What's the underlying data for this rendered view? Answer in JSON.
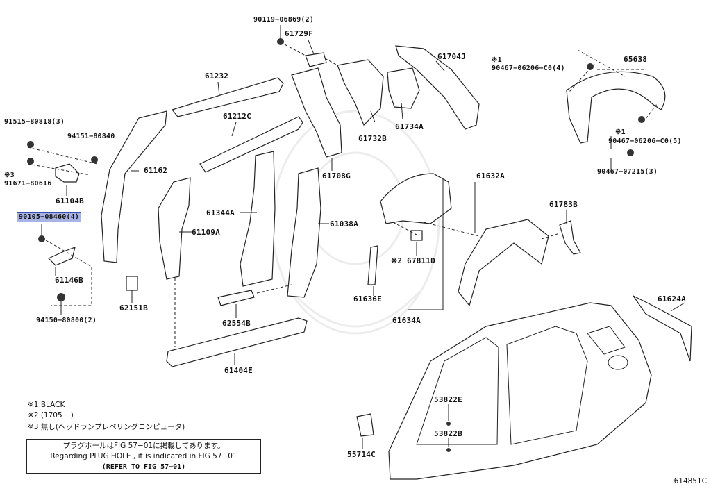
{
  "labels": {
    "l_90119": "90119−06869(2)",
    "l_61729F": "61729F",
    "l_61704J": "61704J",
    "l_x1a": "※1",
    "l_90467a": "90467−06206−C0(4)",
    "l_65638": "65638",
    "l_61232": "61232",
    "l_61212C": "61212C",
    "l_61732B": "61732B",
    "l_61734A": "61734A",
    "l_91515": "91515−80818(3)",
    "l_94151": "94151−80840",
    "l_61162": "61162",
    "l_x3": "※3",
    "l_91671": "91671−80616",
    "l_61104B": "61104B",
    "l_61708G": "61708G",
    "l_61632A": "61632A",
    "l_x1b": "※1",
    "l_90467b": "90467−06206−C0(5)",
    "l_90467c": "90467−07215(3)",
    "l_90105": "90105−08460(4)",
    "l_61344A": "61344A",
    "l_61038A": "61038A",
    "l_61783B": "61783B",
    "l_61109A": "61109A",
    "l_67811D": "※2 67811D",
    "l_61146B": "61146B",
    "l_62151B": "62151B",
    "l_61636E": "61636E",
    "l_61634A": "61634A",
    "l_61624A": "61624A",
    "l_94150": "94150−80800(2)",
    "l_62554B": "62554B",
    "l_61404E": "61404E",
    "l_53822E": "53822E",
    "l_53822B": "53822B",
    "l_55714C": "55714C"
  },
  "notes": {
    "n1": "※1 BLACK",
    "n2": "※2 (1705−      )",
    "n3": "※3 無し(ヘッドランプレベリングコンピュータ)"
  },
  "notice": {
    "line1": "プラグホールはFIG 57−01に掲載してあります。",
    "line2": "Regarding  PLUG  HOLE , it is indicated in FIG  57−01",
    "line3": "(REFER  TO  FIG  57−01)"
  },
  "drawing_number": "614851C",
  "highlight_color": "#a8b4e6"
}
